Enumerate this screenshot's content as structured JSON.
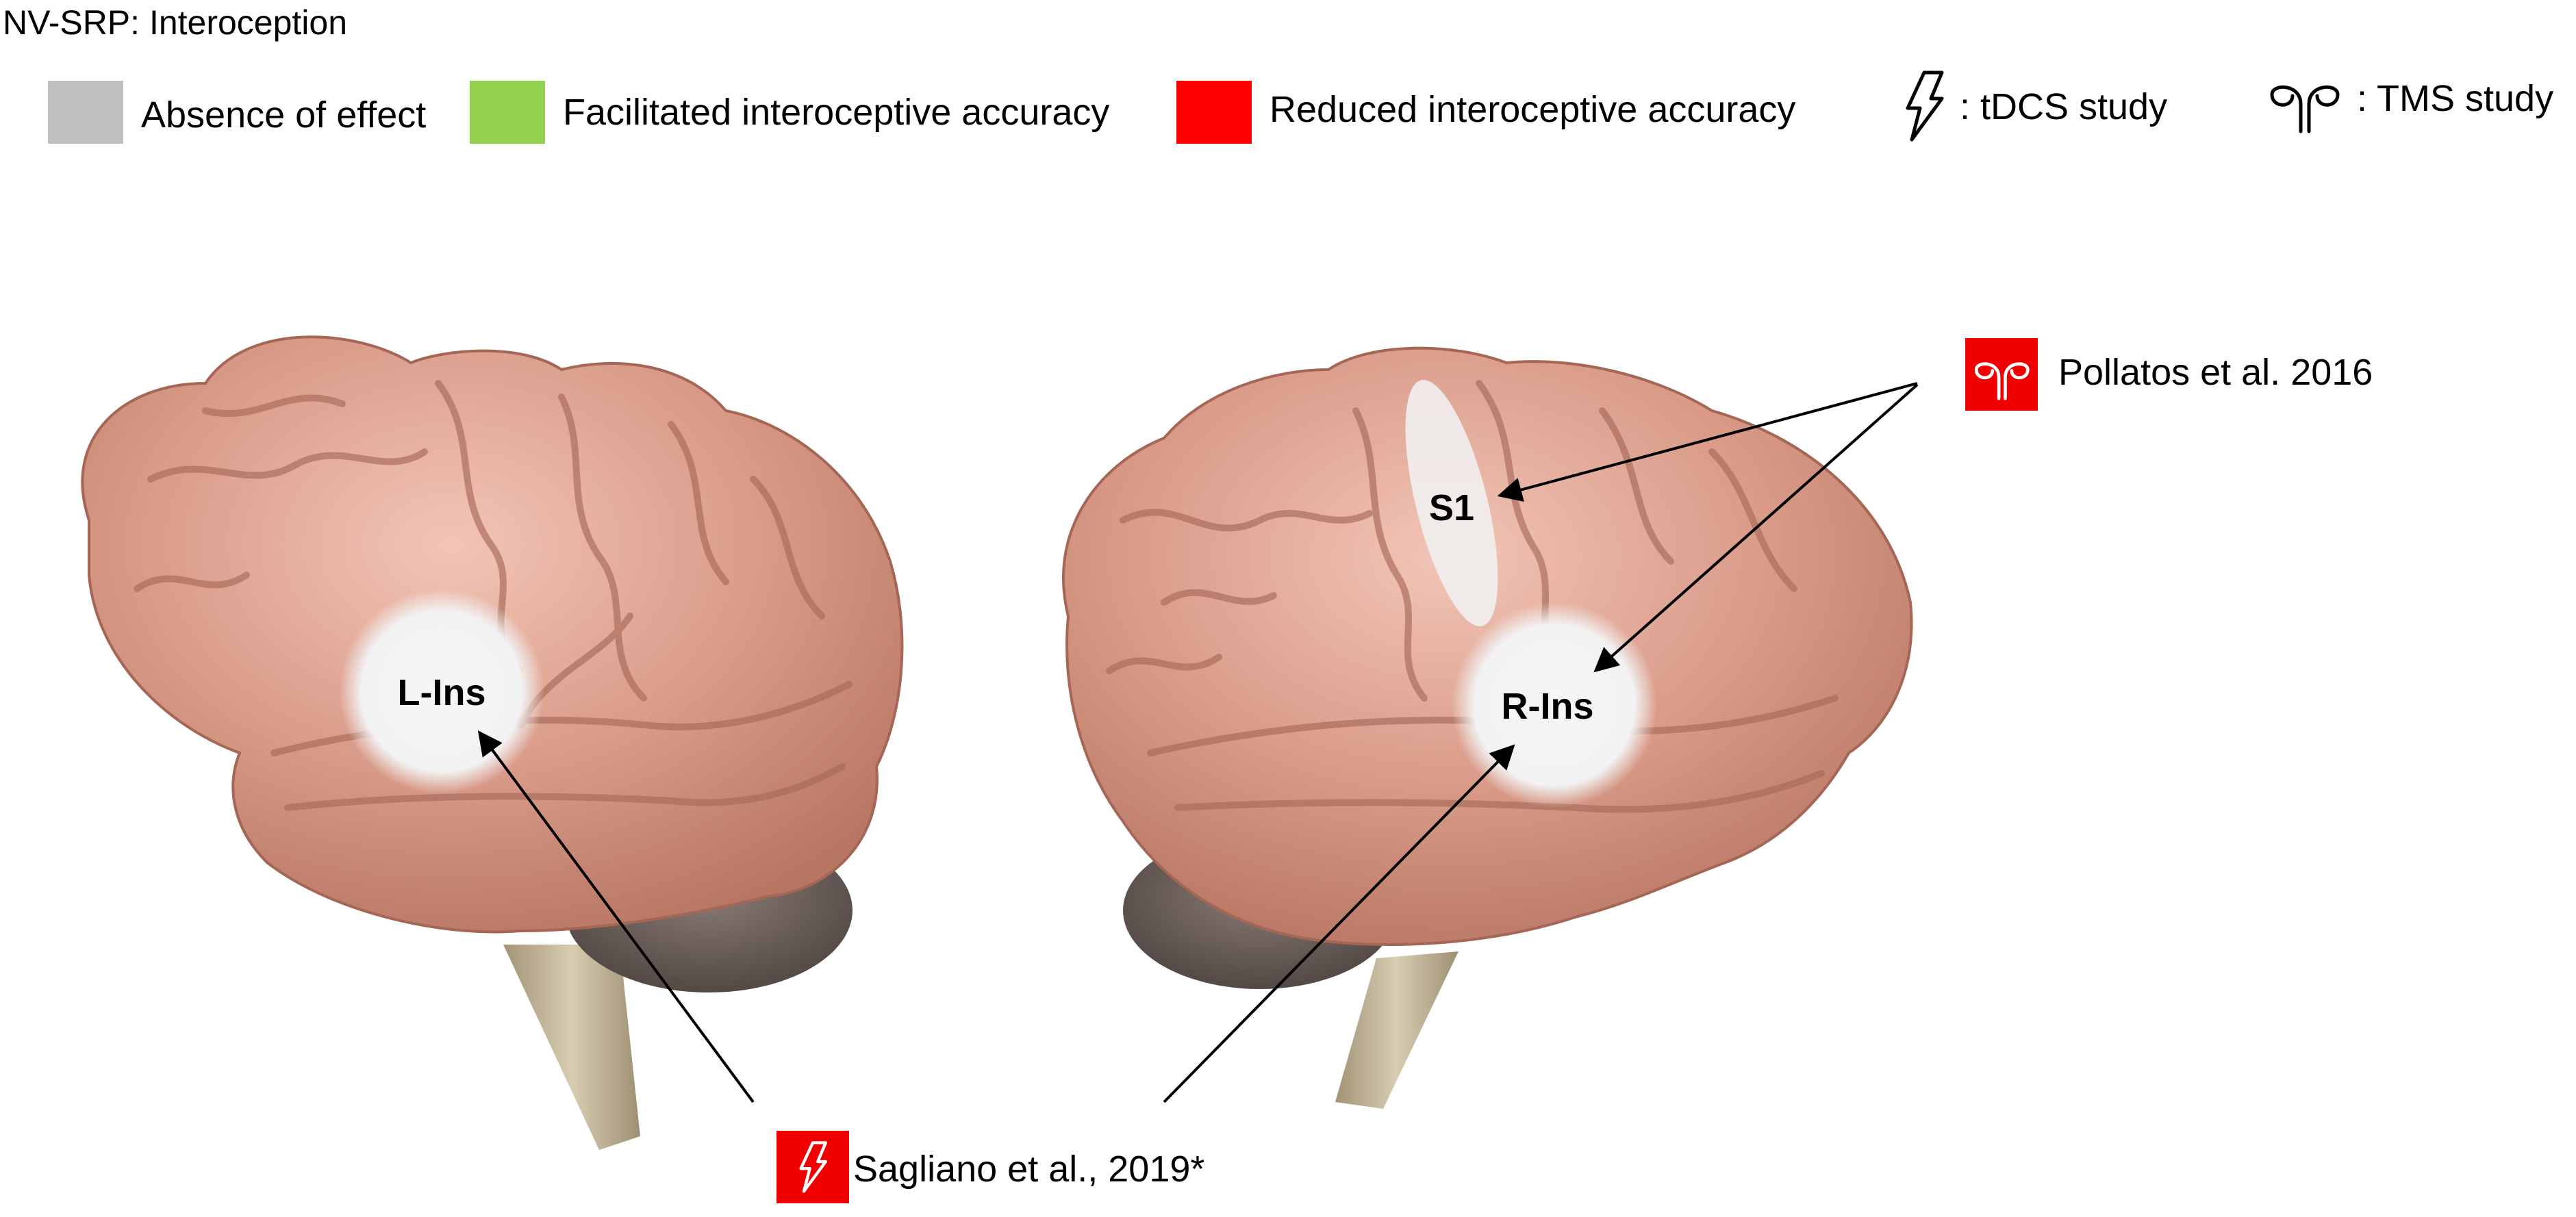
{
  "header": {
    "title": "NV-SRP: Interoception"
  },
  "legend": {
    "items": [
      {
        "label": "Absence of effect",
        "color": "#c0c0c0"
      },
      {
        "label": "Facilitated interoceptive accuracy",
        "color": "#92d050"
      },
      {
        "label": "Reduced interoceptive accuracy",
        "color": "#ff0000"
      }
    ],
    "methods": [
      {
        "icon": "lightning-bolt-icon",
        "label": ": tDCS study"
      },
      {
        "icon": "tms-coil-icon",
        "label": ": TMS study"
      }
    ]
  },
  "brain_regions": {
    "left_insula": "L-Ins",
    "right_insula": "R-Ins",
    "s1": "S1"
  },
  "references": {
    "pollatos": {
      "label": "Pollatos et al. 2016",
      "method_icon": "tms-coil-icon",
      "effect_color": "#f20000"
    },
    "sagliano": {
      "label": "Sagliano et al., 2019*",
      "method_icon": "lightning-bolt-icon",
      "effect_color": "#f20000"
    }
  }
}
